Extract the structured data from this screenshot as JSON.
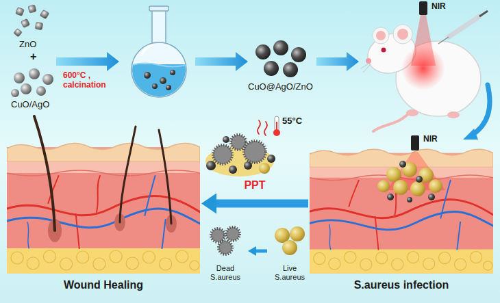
{
  "diagram": {
    "nodes": [
      {
        "text": [
          "Wound Healing"
        ]
      },
      {
        "text": [
          "Dead S.aureus"
        ]
      },
      {
        "text": [
          "Live S.aureus"
        ]
      },
      {
        "text": [
          "S.aureus infection"
        ]
      }
    ],
    "edges": [
      {
        "from": 3,
        "to": 0,
        "arrow": "to",
        "label": "PPT"
      },
      {
        "from": 2,
        "to": 1,
        "arrow": "to"
      }
    ],
    "labels": [
      "ZnO",
      "+",
      "CuO/AgO",
      "600°C , calcination",
      "CuO@AgO/ZnO",
      "NIR",
      "NIR",
      "55°C"
    ]
  }
}
